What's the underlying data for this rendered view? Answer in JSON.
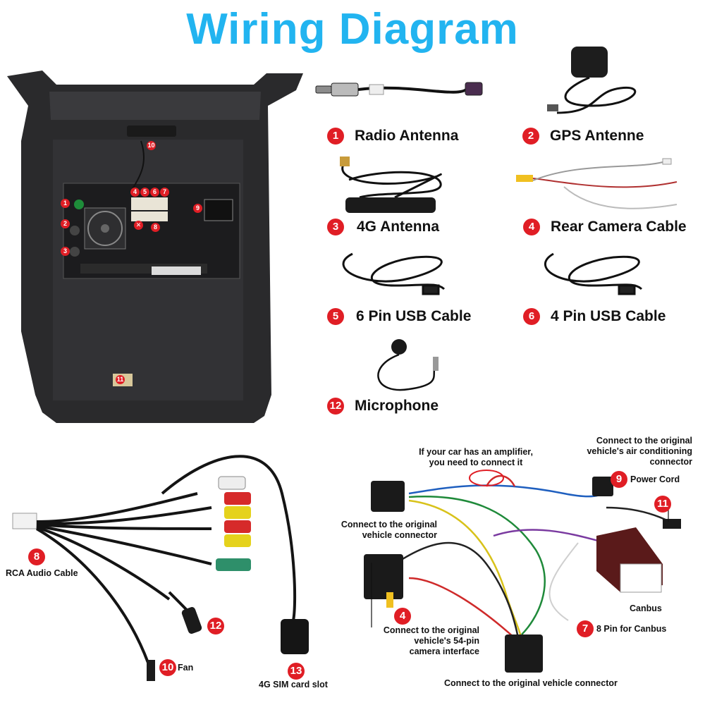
{
  "title": "Wiring Diagram",
  "colors": {
    "title": "#22b4f0",
    "badge": "#e01e25",
    "cable": "#1a1a1a"
  },
  "accessories": [
    {
      "num": "1",
      "label": "Radio Antenna"
    },
    {
      "num": "2",
      "label": "GPS Antenne"
    },
    {
      "num": "3",
      "label": "4G Antenna"
    },
    {
      "num": "4",
      "label": "Rear Camera Cable"
    },
    {
      "num": "5",
      "label": "6 Pin USB Cable"
    },
    {
      "num": "6",
      "label": "4 Pin USB Cable"
    },
    {
      "num": "12",
      "label": "Microphone"
    }
  ],
  "unit_ports": [
    "1",
    "2",
    "3",
    "4",
    "5",
    "6",
    "7",
    "8",
    "9",
    "10",
    "11"
  ],
  "rca": {
    "badge": "8",
    "label": "RCA Audio Cable",
    "fan_badge": "10",
    "fan_label": "Fan",
    "mic_badge": "12",
    "sim_badge": "13",
    "sim_label": "4G SIM card slot"
  },
  "harness": {
    "amplifier_note": [
      "If your car has an amplifier,",
      "you need to connect it"
    ],
    "aircon_note": [
      "Connect to the original",
      "vehicle's air conditioning",
      "connector"
    ],
    "power_badge": "9",
    "power_label": "Power Cord",
    "badge_11": "11",
    "vehicle_connector_note": [
      "Connect to the original",
      "vehicle connector"
    ],
    "camera_badge": "4",
    "camera_note": [
      "Connect to the original",
      "vehicle's 54-pin",
      "camera interface"
    ],
    "canbus_label": "Canbus",
    "canbus_badge": "7",
    "canbus_pin_label": "8 Pin for Canbus",
    "bottom_note": "Connect to the original vehicle connector"
  }
}
